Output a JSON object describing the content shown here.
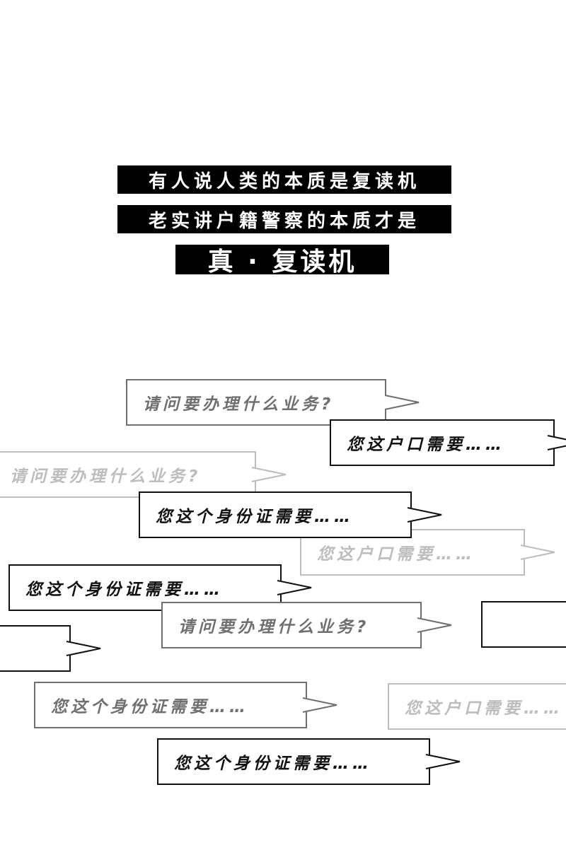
{
  "headline": {
    "line1": "有人说人类的本质是复读机",
    "line2": "老实讲户籍警察的本质才是",
    "line3": "真 · 复读机"
  },
  "bubbles": [
    {
      "text": "请问要办理什么业务?",
      "tone": "mid"
    },
    {
      "text": "您这户口需要……",
      "tone": "dark"
    },
    {
      "text": "请问要办理什么业务?",
      "tone": "light"
    },
    {
      "text": "您这个身份证需要……",
      "tone": "dark"
    },
    {
      "text": "您这户口需要……",
      "tone": "light"
    },
    {
      "text": "您这个身份证需要……",
      "tone": "dark"
    },
    {
      "text": "请问要办理什么业务?",
      "tone": "mid"
    },
    {
      "text": "",
      "tone": "dark"
    },
    {
      "text": "",
      "tone": "dark"
    },
    {
      "text": "您这个身份证需要……",
      "tone": "mid"
    },
    {
      "text": "您这户口需要……",
      "tone": "light"
    },
    {
      "text": "您这个身份证需要……",
      "tone": "dark"
    }
  ],
  "colors": {
    "dark": "#111111",
    "mid": "#6f6f6f",
    "light": "#bdbdbd",
    "background": "#ffffff"
  }
}
